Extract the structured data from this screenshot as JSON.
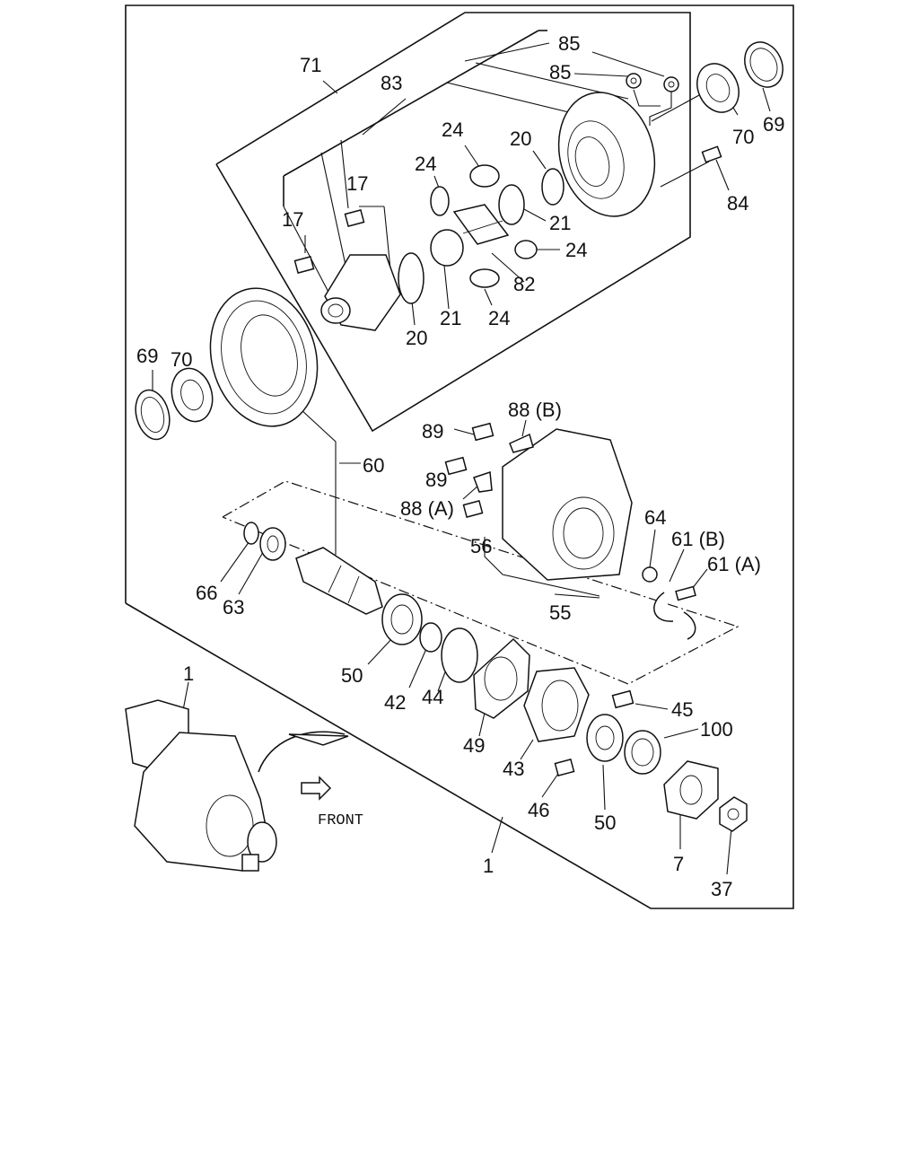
{
  "diagram": {
    "front_label": "FRONT",
    "callouts": {
      "c85a": "85",
      "c85b": "85",
      "c71": "71",
      "c83": "83",
      "c69r": "69",
      "c70r": "70",
      "c84": "84",
      "c24a": "24",
      "c24b": "24",
      "c24c": "24",
      "c24d": "24",
      "c20a": "20",
      "c20b": "20",
      "c21a": "21",
      "c21b": "21",
      "c17a": "17",
      "c17b": "17",
      "c82": "82",
      "c69l": "69",
      "c70l": "70",
      "c60": "60",
      "c88b": "88 (B)",
      "c89a": "89",
      "c89b": "89",
      "c88a": "88 (A)",
      "c56": "56",
      "c55": "55",
      "c64": "64",
      "c61b": "61 (B)",
      "c61a": "61 (A)",
      "c66": "66",
      "c63": "63",
      "c50a": "50",
      "c42": "42",
      "c44": "44",
      "c49": "49",
      "c43": "43",
      "c45": "45",
      "c100": "100",
      "c46": "46",
      "c50b": "50",
      "c7": "7",
      "c37": "37",
      "c1a": "1",
      "c1b": "1"
    }
  }
}
